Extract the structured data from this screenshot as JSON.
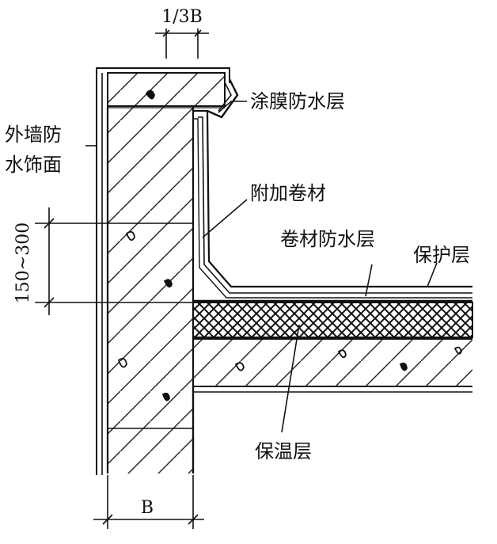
{
  "labels": {
    "coating_waterproof": "涂膜防水层",
    "outer_wall_line1": "外墙防",
    "outer_wall_line2": "水饰面",
    "additional_membrane": "附加卷材",
    "membrane_waterproof": "卷材防水层",
    "protective_layer": "保护层",
    "insulation_layer": "保温层"
  },
  "dimensions": {
    "coping_width": "1/3B",
    "upturn_height": "150~300",
    "wall_thickness": "B"
  },
  "colors": {
    "line": "#111111",
    "background": "#ffffff"
  }
}
